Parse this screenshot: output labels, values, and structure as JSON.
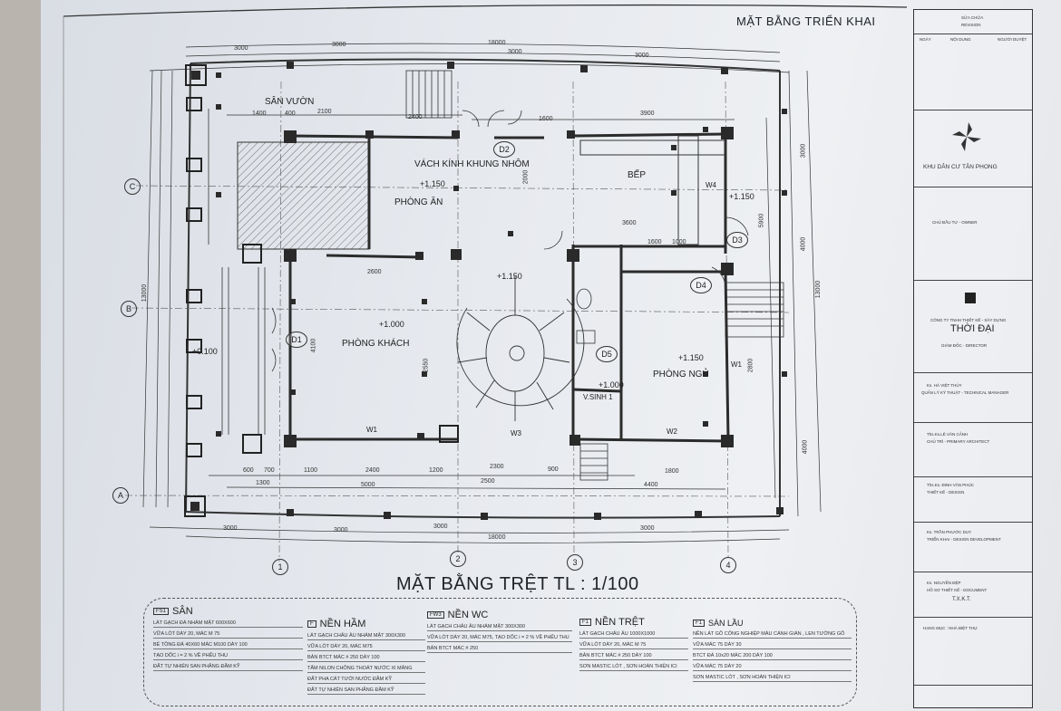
{
  "sheet_title": "MẶT BẰNG TRIỂN KHAI",
  "main_title": "MẶT BẰNG TRỆT TL : 1/100",
  "rooms": {
    "garden": "SÂN VƯỜN",
    "glass": "VÁCH KÍNH KHUNG NHÔM",
    "dining": "PHÒNG ĂN",
    "kitchen": "BẾP",
    "living": "PHÒNG KHÁCH",
    "bedroom": "PHÒNG NGỦ",
    "wc": "V.SINH 1"
  },
  "levels": {
    "dining": "+1.150",
    "living": "+1.000",
    "bedroom": "+1.150",
    "wc": "+1.000",
    "stair": "+1.150",
    "kitchen": "+1.150",
    "outside": "+0.100"
  },
  "doors": [
    "D1",
    "D2",
    "D3",
    "D4",
    "D5"
  ],
  "windows": [
    "W1",
    "W2",
    "W3",
    "W4",
    "W1"
  ],
  "grid_columns": [
    "1",
    "2",
    "3",
    "4"
  ],
  "grid_rows": [
    "C",
    "B",
    "A"
  ],
  "dims": {
    "top_total": "18000",
    "top_1": "3000",
    "top_2": "3000",
    "top_3": "3000",
    "top_4": "3000",
    "bottom_total": "18000",
    "bottom_1": "3000",
    "bottom_2": "3000",
    "bottom_3": "3000",
    "bottom_4": "3000",
    "bottom_5": "5000",
    "bottom_6": "4400",
    "right_total": "13000",
    "left_total": "13000",
    "right_1": "3000",
    "right_2": "4000",
    "right_3": "4000",
    "r1": "1400",
    "r2": "400",
    "r3": "2100",
    "r4": "2400",
    "r5": "1600",
    "r6": "3900",
    "m1": "2600",
    "m2": "3600",
    "m3": "1600",
    "m4": "1000",
    "b1": "600",
    "b2": "700",
    "b3": "1100",
    "b4": "2400",
    "b5": "1200",
    "b6": "2300",
    "b7": "900",
    "b8": "1800",
    "b9": "1300",
    "b10": "2500",
    "v1": "4100",
    "v2": "2550",
    "v3": "2000",
    "v4": "5900",
    "v5": "2800"
  },
  "notes": [
    {
      "code": "FS1",
      "title": "SÂN",
      "lines": [
        "LÁT GẠCH ĐÁ NHÁM MẶT 600X600",
        "VỮA LÓT DÀY 20, MÁC M 75",
        "BÊ TÔNG ĐÁ 40X60 MÁC M100 DÀY 100",
        "TẠO DỐC i = 2 % VỀ PHỄU THU",
        "ĐẤT TỰ NHIÊN SAN PHẲNG ĐẦM KỸ"
      ]
    },
    {
      "code": "F",
      "title": "NỀN HẦM",
      "lines": [
        "LÁT GẠCH CHÂU ÂU NHÁM MẶT 300X300",
        "VỮA LÓT DÀY 20, MÁC M75",
        "BẢN BTCT MÁC # 250 DÀY 100",
        "TẤM NILON CHỐNG THOÁT NƯỚC XI MĂNG",
        "ĐẤT PHA CÁT TƯỚI NƯỚC ĐẦM KỸ",
        "ĐẤT TỰ NHIÊN SAN PHẲNG ĐẦM KỸ"
      ]
    },
    {
      "code": "FW3",
      "title": "NỀN WC",
      "lines": [
        "LÁT GẠCH CHÂU ÂU NHÁM MẶT 300X300",
        "VỮA LÓT DÀY 20, MÁC M75, TẠO DỐC i = 2 % VỀ PHỄU THU",
        "BẢN BTCT MÁC # 250"
      ]
    },
    {
      "code": "F1",
      "title": "NỀN TRỆT",
      "lines": [
        "LÁT GẠCH CHÂU ÂU 1000X1000",
        "VỮA LÓT DÀY 20, MÁC M 75",
        "BẢN BTCT MÁC # 250 DÀY 100",
        "SƠN MASTIC LÓT , SƠN HOÀN THIỆN ICI"
      ]
    },
    {
      "code": "F1",
      "title": "SÀN LẦU",
      "lines": [
        "NỀN LÁT GỖ CÔNG NGHIỆP MÀU CÁNH GIÁN , LEN TƯỜNG GỖ",
        "VỮA MÁC 75 DÀY 30",
        "BTCT ĐÁ 10x20 MÁC 200 DÀY 100",
        "VỮA MÁC 75 DÀY 20",
        "SƠN MASTIC LÓT , SƠN HOÀN THIỆN ICI"
      ]
    }
  ],
  "title_block": {
    "revision_head": "SỬA CHỮA",
    "revision_sub": "REVISION",
    "rev_cols": [
      "NGÀY",
      "NỘI DUNG",
      "NGƯỜI DUYỆT"
    ],
    "project": "KHU DÂN CƯ TÂN PHONG",
    "owner_label": "CHỦ ĐẦU TƯ - OWNER",
    "company_lines": [
      "CÔNG TY TNHH THIẾT KẾ - XÂY DỰNG"
    ],
    "company": "THỜI ĐẠI",
    "director": "GIÁM ĐỐC - DIRECTOR",
    "roles": [
      "Ks. HÀ VIỆT THỦY",
      "QUẢN LÝ KỸ THUẬT - TECHNICAL MANAGER",
      "Ths.Ks.LÊ VĂN CẢNH",
      "CHỦ TRÌ - PRIMARY ARCHITECT",
      "Ths.Ks. ĐINH VĂN PHÚC",
      "THIẾT KẾ - DESIGN",
      "Ks. TRẦN PHƯỚC DUY",
      "TRIỂN KHAI - DESIGN DEVELOPMENT",
      "Ks. NGUYỄN ĐỆP",
      "HỒ SƠ THIẾT KẾ - DOCUMENT"
    ],
    "doc_code": "T.X.K.T.",
    "category": "HẠNG MỤC : NHÀ BIỆT THỰ"
  }
}
